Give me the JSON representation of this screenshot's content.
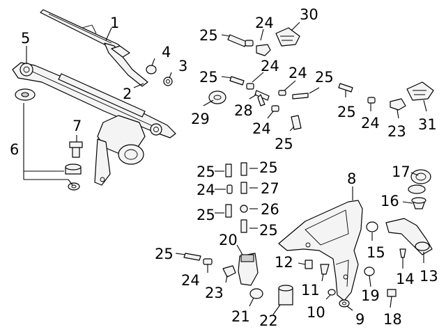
{
  "callouts": {
    "c1": "1",
    "c2": "2",
    "c3": "3",
    "c4": "4",
    "c5": "5",
    "c6": "6",
    "c7": "7",
    "c8": "8",
    "c9": "9",
    "c10": "10",
    "c11": "11",
    "c12": "12",
    "c13": "13",
    "c14": "14",
    "c15": "15",
    "c16": "16",
    "c17": "17",
    "c18": "18",
    "c19": "19",
    "c20": "20",
    "c21": "21",
    "c22": "22",
    "c23a": "23",
    "c23b": "23",
    "c24a": "24",
    "c24b": "24",
    "c24c": "24",
    "c24d": "24",
    "c24e": "24",
    "c24f": "24",
    "c24g": "24",
    "c25a": "25",
    "c25b": "25",
    "c25c": "25",
    "c25d": "25",
    "c25e": "25",
    "c25f": "25",
    "c25g": "25",
    "c25h": "25",
    "c25i": "25",
    "c25j": "25",
    "c26": "26",
    "c27": "27",
    "c28": "28",
    "c29": "29",
    "c30": "30",
    "c31": "31"
  },
  "colors": {
    "line": "#000000",
    "part_fill": "#f4f4f4",
    "background": "#ffffff"
  }
}
